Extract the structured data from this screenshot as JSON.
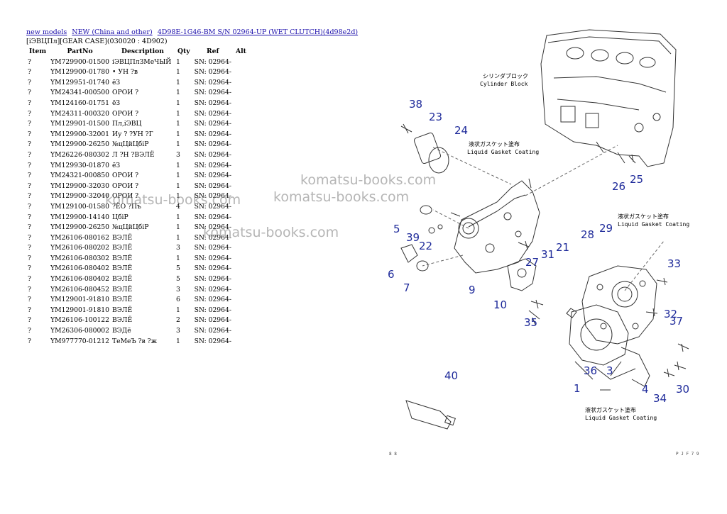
{
  "breadcrumb": {
    "links": [
      "new models",
      "NEW (China and other)",
      "4D98E-1G46-BM S/N 02964-UP (WET CLUTCH)(4d98e2d)"
    ]
  },
  "subtitle": "[іЭВЦПл][GEAR CASE](030020 : 4D902)",
  "table": {
    "headers": [
      "Item",
      "PartNo",
      "Description",
      "Qty",
      "Ref",
      "Alt"
    ],
    "rows": [
      [
        "?",
        "YM729900-01500",
        "іЭВЦПлЗМеЧЫЙ",
        "1",
        "SN: 02964-",
        ""
      ],
      [
        "?",
        "YM129900-01780",
        "• УН ?в",
        "1",
        "SN: 02964-",
        ""
      ],
      [
        "?",
        "YM129951-01740",
        "ёЗ",
        "1",
        "SN: 02964-",
        ""
      ],
      [
        "?",
        "YM24341-000500",
        "ОРОИ ?",
        "1",
        "SN: 02964-",
        ""
      ],
      [
        "?",
        "YM124160-01751",
        "ёЗ",
        "1",
        "SN: 02964-",
        ""
      ],
      [
        "?",
        "YM24311-000320",
        "ОРОИ ?",
        "1",
        "SN: 02964-",
        ""
      ],
      [
        "?",
        "YM129901-01500",
        "Пл,іЭВЦ",
        "1",
        "SN: 02964-",
        ""
      ],
      [
        "?",
        "YM129900-32001",
        "Иу ? ?УН ?Г",
        "1",
        "SN: 02964-",
        ""
      ],
      [
        "?",
        "YM129900-26250",
        "№цЦйЦбіР",
        "1",
        "SN: 02964-",
        ""
      ],
      [
        "?",
        "YM26226-080302",
        "Л ?Н ?ВЭЛЁ",
        "3",
        "SN: 02964-",
        ""
      ],
      [
        "?",
        "YM129930-01870",
        "ёЗ",
        "1",
        "SN: 02964-",
        ""
      ],
      [
        "?",
        "YM24321-000850",
        "ОРОИ ?",
        "1",
        "SN: 02964-",
        ""
      ],
      [
        "?",
        "YM129900-32030",
        "ОРОИ ?",
        "1",
        "SN: 02964-",
        ""
      ],
      [
        "?",
        "YM129900-32040",
        "ОРОИ ?",
        "1",
        "SN: 02964-",
        ""
      ],
      [
        "?",
        "YM129100-01580",
        "?ЁО ?Пъ",
        "4",
        "SN: 02964-",
        ""
      ],
      [
        "?",
        "YM129900-14140",
        "ЦбіР",
        "1",
        "SN: 02964-",
        ""
      ],
      [
        "?",
        "YM129900-26250",
        "№цЦйЦбіР",
        "1",
        "SN: 02964-",
        ""
      ],
      [
        "?",
        "YM26106-080162",
        "ВЭЛЁ",
        "1",
        "SN: 02964-",
        ""
      ],
      [
        "?",
        "YM26106-080202",
        "ВЭЛЁ",
        "3",
        "SN: 02964-",
        ""
      ],
      [
        "?",
        "YM26106-080302",
        "ВЭЛЁ",
        "1",
        "SN: 02964-",
        ""
      ],
      [
        "?",
        "YM26106-080402",
        "ВЭЛЁ",
        "5",
        "SN: 02964-",
        ""
      ],
      [
        "?",
        "YM26106-080402",
        "ВЭЛЁ",
        "5",
        "SN: 02964-",
        ""
      ],
      [
        "?",
        "YM26106-080452",
        "ВЭЛЁ",
        "3",
        "SN: 02964-",
        ""
      ],
      [
        "?",
        "YM129001-91810",
        "ВЭЛЁ",
        "6",
        "SN: 02964-",
        ""
      ],
      [
        "?",
        "YM129001-91810",
        "ВЭЛЁ",
        "1",
        "SN: 02964-",
        ""
      ],
      [
        "?",
        "YM26106-100122",
        "ВЭЛЁ",
        "2",
        "SN: 02964-",
        ""
      ],
      [
        "?",
        "YM26306-080002",
        "ВЭДё",
        "3",
        "SN: 02964-",
        ""
      ],
      [
        "?",
        "YM977770-01212",
        "ТеМеЪ ?в ?ж",
        "1",
        "SN: 02964-",
        ""
      ]
    ]
  },
  "watermarks": [
    "komatsu-books.com",
    "komatsu-books.com",
    "komatsu-books.com",
    "komatsu-books.com"
  ],
  "diagram": {
    "labels": {
      "cylinder_block_jp": "シリンダブロック",
      "cylinder_block_en": "Cylinder Block",
      "gasket_jp": "液状ガスケット塗布",
      "gasket_en_1": "Liquid Gasket Coating",
      "gasket_en_2": "Liquid Gasket Coating",
      "gasket_en_3": "Liquid Gasket Coating",
      "page_num": "8 8",
      "code": "P J F 7 9"
    },
    "callouts": [
      "1",
      "3",
      "4",
      "5",
      "6",
      "7",
      "9",
      "10",
      "21",
      "22",
      "23",
      "24",
      "25",
      "26",
      "27",
      "28",
      "29",
      "30",
      "31",
      "32",
      "33",
      "34",
      "35",
      "36",
      "37",
      "38",
      "39",
      "40"
    ],
    "line_color": "#333333",
    "callout_color": "#1e2a9a"
  }
}
